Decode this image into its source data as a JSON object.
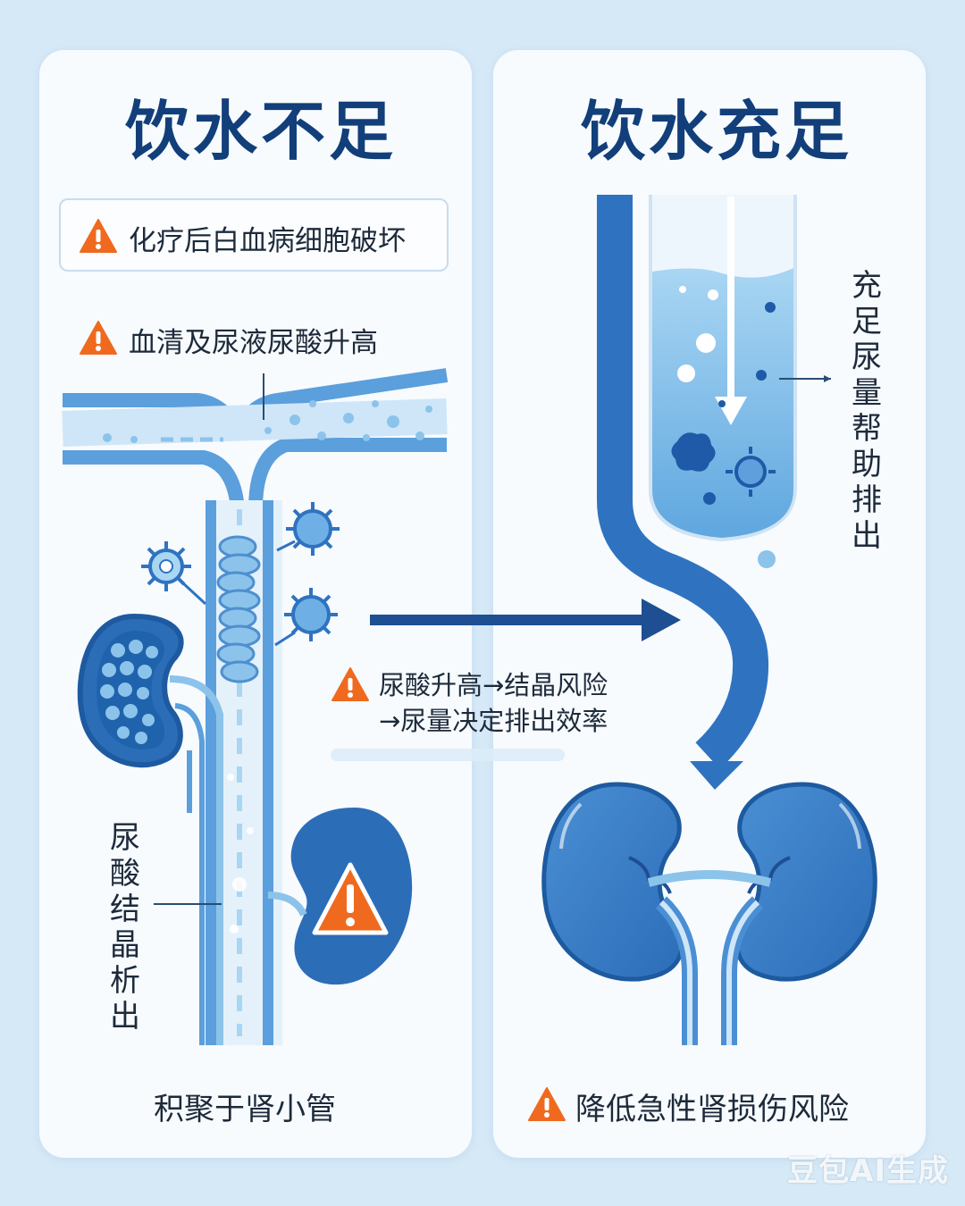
{
  "left": {
    "title": "饮水不足",
    "box_label": "化疗后白血病细胞破坏",
    "serum_label": "血清及尿液尿酸升高",
    "crystal_vertical": "尿酸结晶析出",
    "bottom_label": "积聚于肾小管"
  },
  "middle": {
    "line1": "尿酸升高→结晶风险",
    "line2": "→尿量决定排出效率"
  },
  "right": {
    "title": "饮水充足",
    "vertical": "充足尿量帮助排出",
    "bottom_label": "降低急性肾损伤风险"
  },
  "watermark": "豆包AI生成",
  "colors": {
    "navy": "#123f7a",
    "blue": "#2f73c0",
    "light_blue": "#8cc3ea",
    "warning_orange": "#ef6a1f"
  }
}
